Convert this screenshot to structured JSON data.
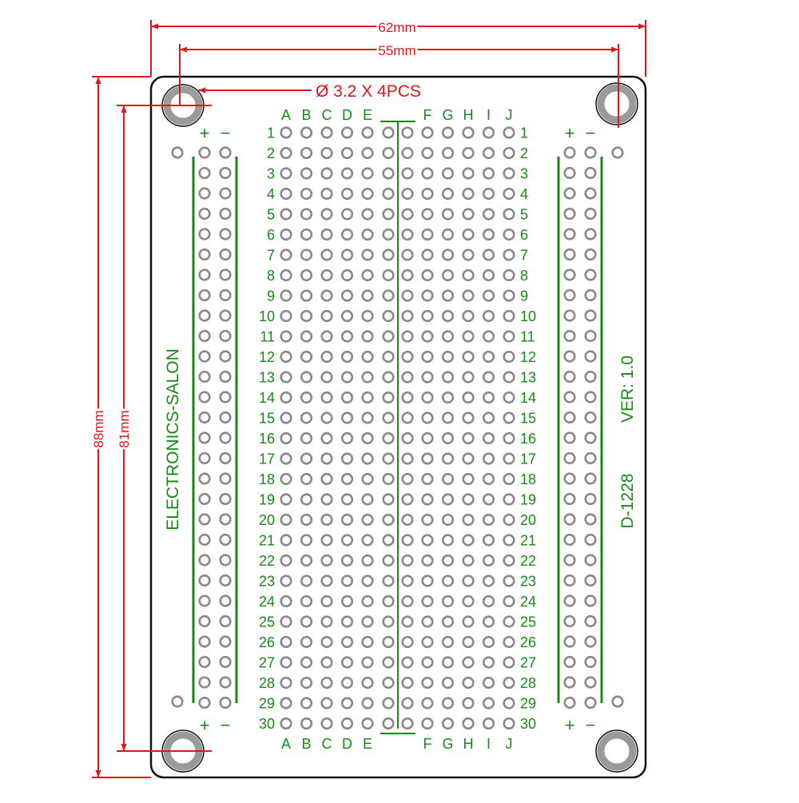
{
  "dimensions": {
    "board_width": "62mm",
    "hole_span_width": "55mm",
    "board_height": "88mm",
    "hole_span_height": "81mm",
    "mounting_hole": "Ø 3.2 X 4PCS"
  },
  "board": {
    "brand": "ELECTRONICS-SALON",
    "version": "VER: 1.0",
    "model": "D-1228",
    "columns_left": [
      "A",
      "B",
      "C",
      "D",
      "E"
    ],
    "columns_right": [
      "F",
      "G",
      "H",
      "I",
      "J"
    ],
    "rows": [
      "1",
      "2",
      "3",
      "4",
      "5",
      "6",
      "7",
      "8",
      "9",
      "10",
      "11",
      "12",
      "13",
      "14",
      "15",
      "16",
      "17",
      "18",
      "19",
      "20",
      "21",
      "22",
      "23",
      "24",
      "25",
      "26",
      "27",
      "28",
      "29",
      "30"
    ],
    "rail_plus": "+",
    "rail_minus": "−",
    "rail_holes_per_column": 28
  },
  "colors": {
    "dimension": "#e0161e",
    "silkscreen": "#168a16",
    "outline": "#111111",
    "pad_ring": "#8a8a8a",
    "mount_ring": "#9a9a9a"
  }
}
